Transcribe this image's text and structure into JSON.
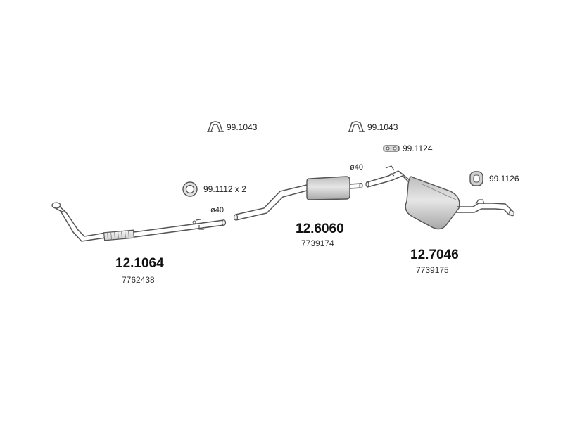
{
  "sections": [
    {
      "part_number": "12.1064",
      "oem_number": "7762438"
    },
    {
      "part_number": "12.6060",
      "oem_number": "7739174"
    },
    {
      "part_number": "12.7046",
      "oem_number": "7739175"
    }
  ],
  "accessories": [
    {
      "code": "99.1043",
      "icon": "clamp-icon"
    },
    {
      "code": "99.1043",
      "icon": "clamp-icon"
    },
    {
      "code": "99.1124",
      "icon": "rubber-mount-icon"
    },
    {
      "code": "99.1112 x 2",
      "icon": "gasket-ring-icon"
    },
    {
      "code": "99.1126",
      "icon": "hanger-ring-icon"
    }
  ],
  "dimensions": {
    "front_pipe_diameter": "ø40",
    "middle_outlet_diameter": "ø40"
  },
  "colors": {
    "outline": "#555555",
    "fill": "#e3e3e3",
    "muffler_fill": "#d4d4d4"
  }
}
